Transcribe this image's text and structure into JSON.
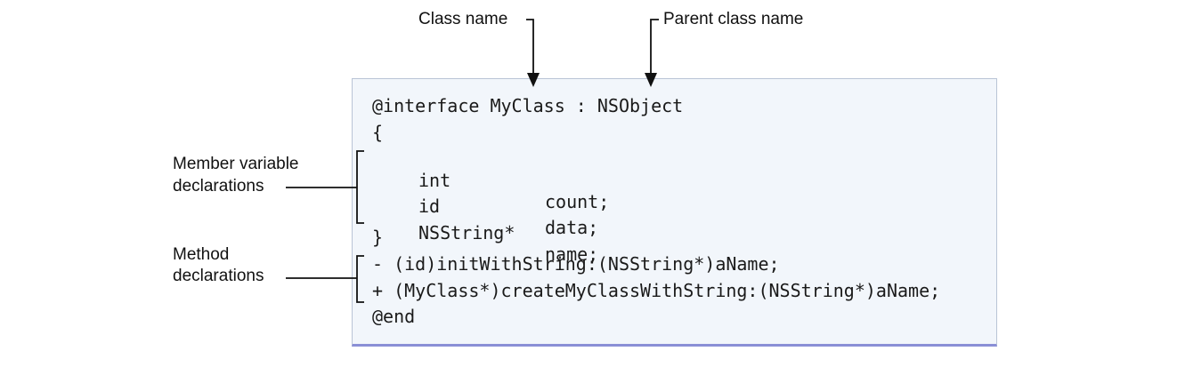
{
  "labels": {
    "class_name": "Class name",
    "parent_class_name": "Parent class name",
    "member_variable_1": "Member variable",
    "member_variable_2": "declarations",
    "method_1": "Method",
    "method_2": "declarations"
  },
  "code": {
    "interface_line": "@interface MyClass : NSObject",
    "open_brace": "{",
    "members": [
      {
        "type": "int",
        "name": "count;"
      },
      {
        "type": "id",
        "name": "data;"
      },
      {
        "type": "NSString*",
        "name": "name;"
      }
    ],
    "close_brace": "}",
    "methods": [
      "- (id)initWithString:(NSString*)aName;",
      "+ (MyClass*)createMyClassWithString:(NSString*)aName;"
    ],
    "end": "@end"
  },
  "colors": {
    "box_fill": "#f2f6fb",
    "box_border": "#b9c4d6",
    "box_bottom_border": "#8a8fd6",
    "line": "#111111"
  }
}
